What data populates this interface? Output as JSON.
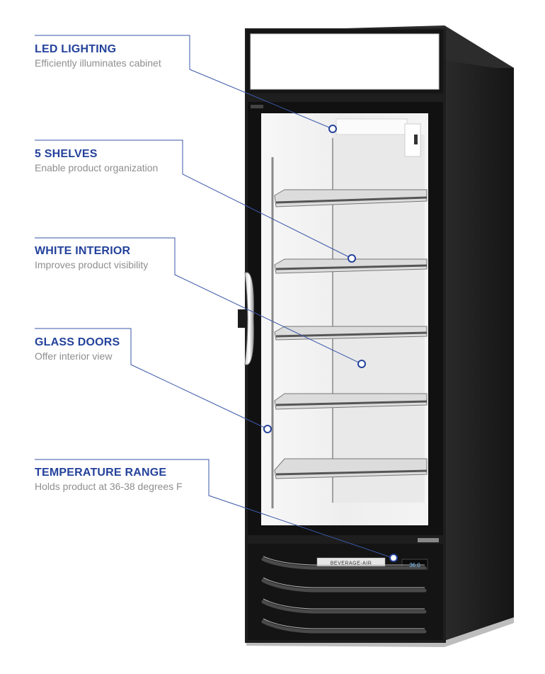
{
  "features": [
    {
      "title": "LED LIGHTING",
      "desc": "Efficiently illuminates cabinet"
    },
    {
      "title": "5 SHELVES",
      "desc": "Enable product organization"
    },
    {
      "title": "WHITE INTERIOR",
      "desc": "Improves product visibility"
    },
    {
      "title": "GLASS DOORS",
      "desc": "Offer interior view"
    },
    {
      "title": "TEMPERATURE RANGE",
      "desc": "Holds product at 36-38 degrees F"
    }
  ],
  "product": {
    "brand_plate": "BEVERAGE-AIR",
    "display_temp": "36.0"
  },
  "colors": {
    "accent": "#24429b",
    "leader_line": "#3a57a8",
    "cabinet": "#1c1c1c",
    "interior": "#f2f2f2"
  }
}
